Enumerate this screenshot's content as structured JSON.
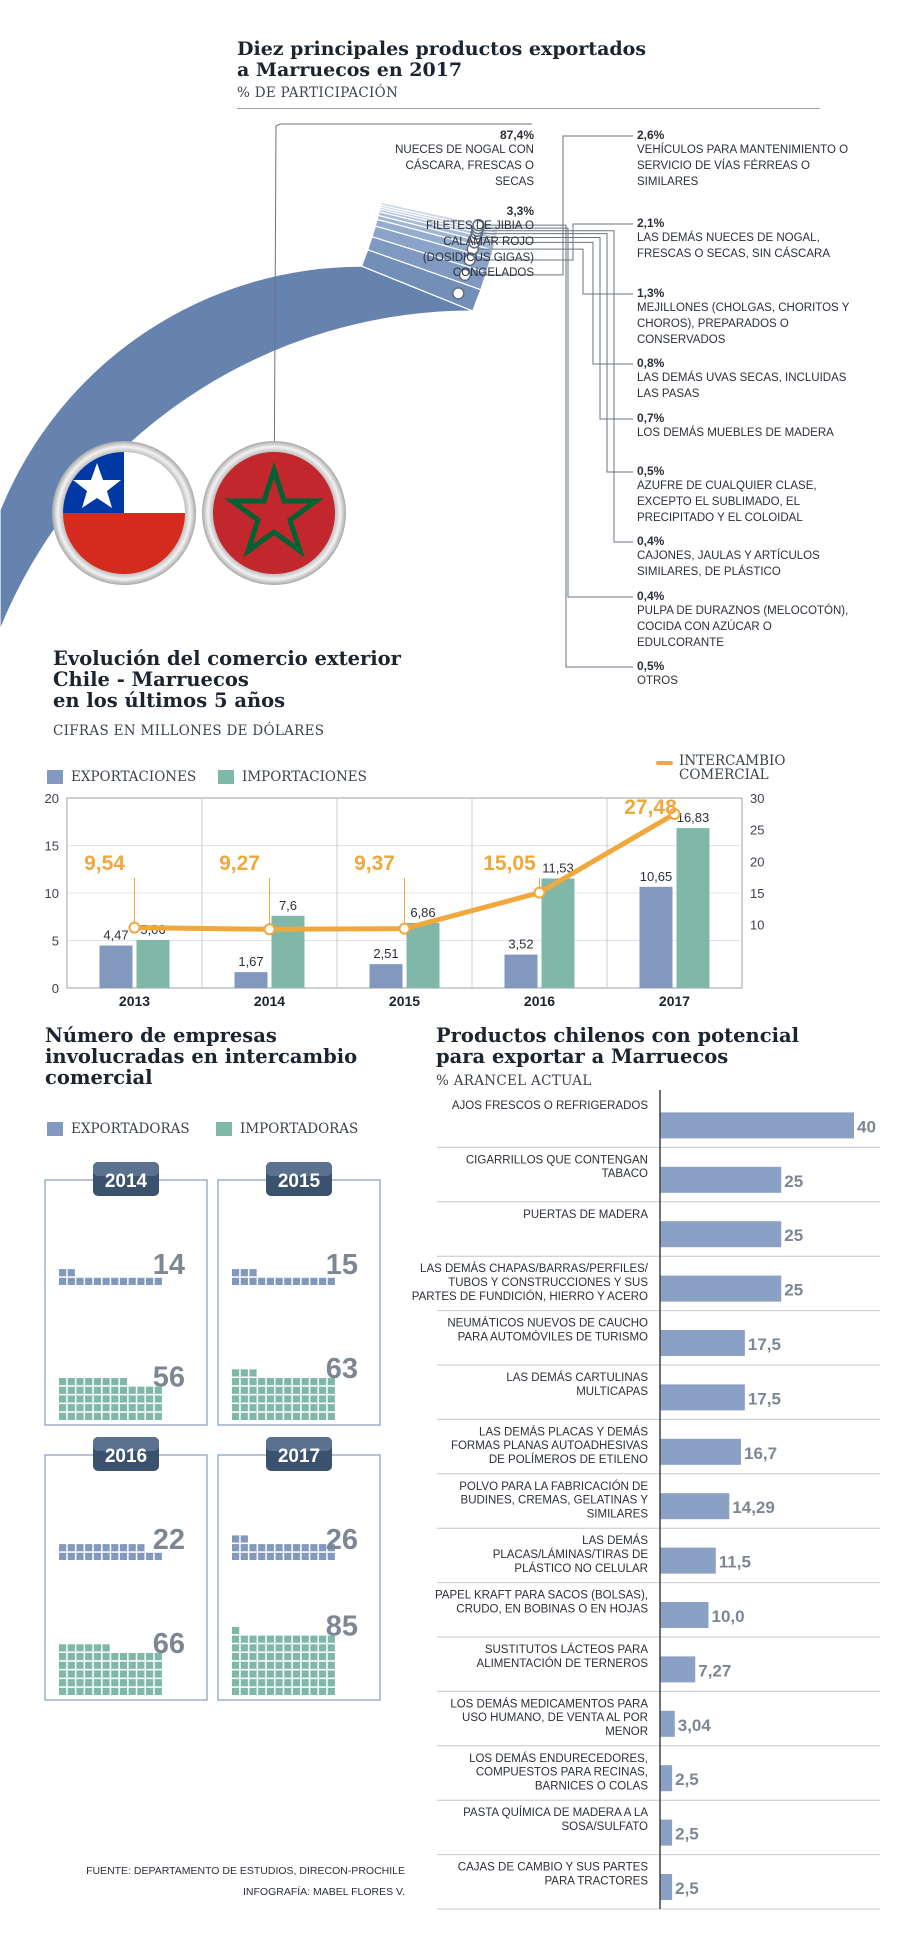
{
  "section_top": {
    "title_line1": "Diez principales productos exportados",
    "title_line2": "a Marruecos en 2017",
    "subtitle": "% DE PARTICIPACIÓN"
  },
  "section_trade": {
    "title_line1": "Evolución del comercio exterior",
    "title_line2": "Chile - Marruecos",
    "title_line3": "en los últimos 5 años",
    "subtitle": "CIFRAS EN MILLONES DE DÓLARES",
    "legend_exports": "EXPORTACIONES",
    "legend_imports": "IMPORTACIONES",
    "legend_line_1": "INTERCAMBIO",
    "legend_line_2": "COMERCIAL"
  },
  "section_companies": {
    "title_line1": "Número de empresas",
    "title_line2": "involucradas en intercambio",
    "title_line3": "comercial",
    "legend_exporters": "EXPORTADORAS",
    "legend_importers": "IMPORTADORAS"
  },
  "section_products": {
    "title_line1": "Productos chilenos con potencial",
    "title_line2": "para exportar a Marruecos",
    "subtitle": "% ARANCEL ACTUAL"
  },
  "footer": {
    "source": "FUENTE: DEPARTAMENTO DE ESTUDIOS, DIRECON-PROCHILE",
    "credit": "INFOGRAFÍA: MABEL FLORES V."
  },
  "flags": [
    "chile-flag-icon",
    "morocco-flag-icon"
  ],
  "colors": {
    "exports": "#8298bd",
    "imports": "#7fb8a9",
    "line": "#f0a73c",
    "arc_main": "#6683af",
    "bars": "#8aa0c4",
    "title": "#1c2430"
  },
  "chart_data": [
    {
      "type": "pie",
      "title": "Diez principales productos exportados a Marruecos en 2017",
      "subtitle": "% DE PARTICIPACIÓN",
      "slices": [
        {
          "value": 87.4,
          "value_label": "87,4%",
          "label": "NUECES DE NOGAL CON CÁSCARA, FRESCAS O SECAS"
        },
        {
          "value": 3.3,
          "value_label": "3,3%",
          "label": "FILETES DE JIBIA O CALAMAR ROJO (DOSIDICUS GIGAS) CONGELADOS"
        },
        {
          "value": 2.6,
          "value_label": "2,6%",
          "label": "VEHÍCULOS PARA MANTENIMIENTO O SERVICIO DE VÍAS FÉRREAS O SIMILARES"
        },
        {
          "value": 2.1,
          "value_label": "2,1%",
          "label": "LAS DEMÁS NUECES DE NOGAL, FRESCAS O SECAS, SIN CÁSCARA"
        },
        {
          "value": 1.3,
          "value_label": "1,3%",
          "label": "MEJILLONES (CHOLGAS, CHORITOS Y CHOROS), PREPARADOS O CONSERVADOS"
        },
        {
          "value": 0.8,
          "value_label": "0,8%",
          "label": "LAS DEMÁS UVAS SECAS, INCLUIDAS LAS PASAS"
        },
        {
          "value": 0.7,
          "value_label": "0,7%",
          "label": "LOS DEMÁS MUEBLES DE MADERA"
        },
        {
          "value": 0.5,
          "value_label": "0,5%",
          "label": "AZUFRE DE CUALQUIER CLASE, EXCEPTO EL SUBLIMADO, EL PRECIPITADO Y EL COLOIDAL"
        },
        {
          "value": 0.4,
          "value_label": "0,4%",
          "label": "CAJONES, JAULAS Y ARTÍCULOS SIMILARES, DE PLÁSTICO"
        },
        {
          "value": 0.4,
          "value_label": "0,4%",
          "label": "PULPA DE DURAZNOS (MELOCOTÓN), COCIDA CON AZÚCAR O EDULCORANTE"
        },
        {
          "value": 0.5,
          "value_label": "0,5%",
          "label": "OTROS"
        }
      ]
    },
    {
      "type": "bar",
      "title": "Evolución del comercio exterior Chile - Marruecos en los últimos 5 años",
      "subtitle": "CIFRAS EN MILLONES DE DÓLARES",
      "categories": [
        "2013",
        "2014",
        "2015",
        "2016",
        "2017"
      ],
      "series": [
        {
          "name": "EXPORTACIONES",
          "values": [
            4.47,
            1.67,
            2.51,
            3.52,
            10.65
          ],
          "labels": [
            "4,47",
            "1,67",
            "2,51",
            "3,52",
            "10,65"
          ]
        },
        {
          "name": "IMPORTACIONES",
          "values": [
            5.06,
            7.6,
            6.86,
            11.53,
            16.83
          ],
          "labels": [
            "5,06",
            "7,6",
            "6,86",
            "11,53",
            "16,83"
          ]
        },
        {
          "name": "INTERCAMBIO COMERCIAL",
          "type": "line",
          "axis": "right",
          "values": [
            9.54,
            9.27,
            9.37,
            15.05,
            27.48
          ],
          "labels": [
            "9,54",
            "9,27",
            "9,37",
            "15,05",
            "27,48"
          ]
        }
      ],
      "ylim": [
        0,
        20
      ],
      "yticks": [
        "0",
        "5",
        "10",
        "15",
        "20"
      ],
      "ylim_right": [
        0,
        30
      ],
      "yticks_right": [
        "10",
        "15",
        "20",
        "25",
        "30"
      ],
      "grid": true
    },
    {
      "type": "pictogram",
      "title": "Número de empresas involucradas en intercambio comercial",
      "years": [
        {
          "year": "2014",
          "exporters": 14,
          "importers": 56
        },
        {
          "year": "2015",
          "exporters": 15,
          "importers": 63
        },
        {
          "year": "2016",
          "exporters": 22,
          "importers": 66
        },
        {
          "year": "2017",
          "exporters": 26,
          "importers": 85
        }
      ]
    },
    {
      "type": "bar",
      "orientation": "horizontal",
      "title": "Productos chilenos con potencial para exportar a Marruecos",
      "subtitle": "% ARANCEL ACTUAL",
      "items": [
        {
          "label": [
            "AJOS FRESCOS O REFRIGERADOS"
          ],
          "value": 40,
          "value_label": "40"
        },
        {
          "label": [
            "CIGARRILLOS QUE CONTENGAN",
            "TABACO"
          ],
          "value": 25,
          "value_label": "25"
        },
        {
          "label": [
            "PUERTAS DE MADERA"
          ],
          "value": 25,
          "value_label": "25"
        },
        {
          "label": [
            "LAS DEMÁS CHAPAS/BARRAS/PERFILES/",
            "TUBOS Y CONSTRUCCIONES Y SUS",
            "PARTES DE FUNDICIÓN, HIERRO Y ACERO"
          ],
          "value": 25,
          "value_label": "25"
        },
        {
          "label": [
            "NEUMÁTICOS NUEVOS DE CAUCHO",
            "PARA AUTOMÓVILES DE TURISMO"
          ],
          "value": 17.5,
          "value_label": "17,5"
        },
        {
          "label": [
            "LAS DEMÁS CARTULINAS",
            "MULTICAPAS"
          ],
          "value": 17.5,
          "value_label": "17,5"
        },
        {
          "label": [
            "LAS DEMÁS PLACAS Y DEMÁS",
            "FORMAS PLANAS AUTOADHESIVAS",
            "DE POLÍMEROS DE ETILENO"
          ],
          "value": 16.7,
          "value_label": "16,7"
        },
        {
          "label": [
            "POLVO PARA LA FABRICACIÓN DE",
            "BUDINES, CREMAS, GELATINAS Y",
            "SIMILARES"
          ],
          "value": 14.29,
          "value_label": "14,29"
        },
        {
          "label": [
            "LAS DEMÁS",
            "PLACAS/LÁMINAS/TIRAS DE",
            "PLÁSTICO NO CELULAR"
          ],
          "value": 11.5,
          "value_label": "11,5"
        },
        {
          "label": [
            "PAPEL KRAFT PARA SACOS (BOLSAS),",
            "CRUDO, EN BOBINAS O EN HOJAS"
          ],
          "value": 10.0,
          "value_label": "10,0"
        },
        {
          "label": [
            "SUSTITUTOS LÁCTEOS PARA",
            "ALIMENTACIÓN DE TERNEROS"
          ],
          "value": 7.27,
          "value_label": "7,27"
        },
        {
          "label": [
            "LOS DEMÁS MEDICAMENTOS PARA",
            "USO HUMANO, DE VENTA AL POR",
            "MENOR"
          ],
          "value": 3.04,
          "value_label": "3,04"
        },
        {
          "label": [
            "LOS DEMÁS ENDURECEDORES,",
            "COMPUESTOS PARA RECINAS,",
            "BARNICES O COLAS"
          ],
          "value": 2.5,
          "value_label": "2,5"
        },
        {
          "label": [
            "PASTA QUÍMICA DE MADERA A LA",
            "SOSA/SULFATO"
          ],
          "value": 2.5,
          "value_label": "2,5"
        },
        {
          "label": [
            "CAJAS DE CAMBIO Y SUS PARTES",
            "PARA TRACTORES"
          ],
          "value": 2.5,
          "value_label": "2,5"
        }
      ],
      "xlim": [
        0,
        40
      ]
    }
  ]
}
